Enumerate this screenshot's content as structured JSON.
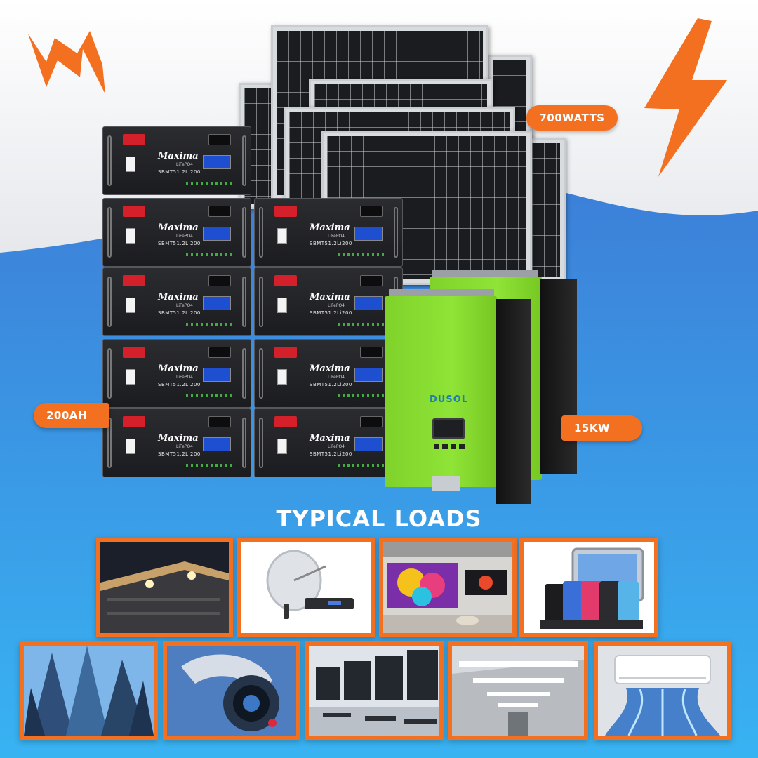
{
  "badges": {
    "solar": "700WATTS",
    "battery": "200AH",
    "inverter": "15KW"
  },
  "battery_module": {
    "brand": "Maxima",
    "chemistry": "LiFePO4",
    "model": "SBMT51.2Li200"
  },
  "inverter": {
    "brand": "DUSOL"
  },
  "loads": {
    "heading": "TYPICAL LOADS",
    "items": [
      {
        "icon": "outdoor-lighting-icon"
      },
      {
        "icon": "satellite-dish-icon"
      },
      {
        "icon": "television-icon"
      },
      {
        "icon": "device-charging-icon"
      },
      {
        "icon": "office-building-icon"
      },
      {
        "icon": "security-camera-icon"
      },
      {
        "icon": "computer-monitors-icon"
      },
      {
        "icon": "ceiling-lights-icon"
      },
      {
        "icon": "air-conditioner-icon"
      }
    ]
  },
  "colors": {
    "accent": "#f37021",
    "background_top": "#f1f2f4",
    "background_bottom": "#3a8fe6",
    "inverter_green": "#8fe437"
  }
}
